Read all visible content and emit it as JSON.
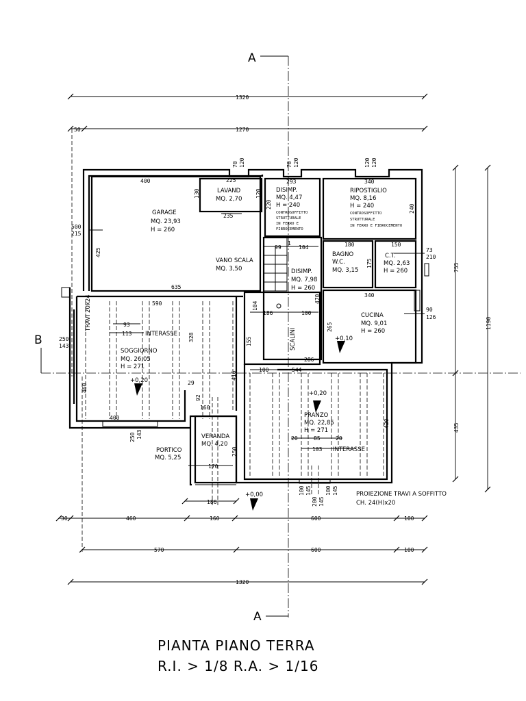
{
  "title": {
    "line1": "PIANTA PIANO TERRA",
    "line2": "R.I. > 1/8  R.A. > 1/16"
  },
  "section_markers": {
    "a_top": "A",
    "a_bottom": "A",
    "b": "B"
  },
  "rooms": {
    "garage": {
      "name": "GARAGE",
      "area": "MQ. 23,93",
      "height": "H = 260"
    },
    "lavand": {
      "name": "LAVAND",
      "area": "MQ. 2,70"
    },
    "disimp1": {
      "name": "DISIMP.",
      "area": "MQ. 4,47",
      "height": "H = 240",
      "note1": "CONTROSOFFITTO",
      "note2": "STRUTTURALE",
      "note3": "IN FERRO E",
      "note4": "FIBROCEMENTO"
    },
    "ripostiglio": {
      "name": "RIPOSTIGLIO",
      "area": "MQ. 8,16",
      "height": "H = 240",
      "note1": "CONTROSOFFITTO",
      "note2": "STRUTTURALE",
      "note3": "IN FERRO E FIBROCEMENTO"
    },
    "vano_scala": {
      "name": "VANO SCALA",
      "area": "MQ. 3,50"
    },
    "disimp2": {
      "name": "DISIMP.",
      "area": "MQ. 7,98",
      "height": "H = 260"
    },
    "bagno": {
      "name": "BAGNO",
      "sub": "W.C.",
      "area": "MQ. 3,15"
    },
    "ct": {
      "name": "C.T.",
      "area": "MQ. 2,63",
      "height": "H = 260"
    },
    "cucina": {
      "name": "CUCINA",
      "area": "MQ. 9,01",
      "height": "H = 260"
    },
    "soggiorno": {
      "name": "SOGGIORNO",
      "area": "MQ. 26,05",
      "height": "H = 271"
    },
    "pranzo": {
      "name": "PRANZO",
      "area": "MQ. 22,85",
      "height": "H = 271"
    },
    "veranda": {
      "name": "VERANDA",
      "area": "MQ. 4,20"
    },
    "portico": {
      "name": "PORTICO",
      "area": "MQ. 5,25"
    },
    "scalini": {
      "name": "SCALINI"
    }
  },
  "levels": {
    "soggiorno": "+0,20",
    "pranzo": "+0,20",
    "cucina": "+0,10",
    "esterno": "+0,00"
  },
  "notes": {
    "travi": "TRAVI 20x24",
    "interasse1": "INTERASSE",
    "interasse2": "INTERASSE",
    "proiezione1": "PROIEZIONE TRAVI A SOFFITTO",
    "proiezione2": "CH. 24(H)x20"
  },
  "dims": {
    "top_total": "1320",
    "top_second": "1270",
    "top_second_left": "50",
    "bottom_row1": [
      "30",
      "460",
      "160",
      "600",
      "100"
    ],
    "bottom_row2": [
      "570",
      "600",
      "100"
    ],
    "bottom_total": "1320",
    "right_755": "755",
    "right_1190": "1190",
    "right_435": "435",
    "garage_w": "400",
    "garage_635": "635",
    "garage_425": "425",
    "left_500": "500",
    "left_215": "215",
    "lavand_225": "225",
    "lavand_235": "235",
    "lavand_120": "120",
    "lavand_130": "130",
    "win_70a": "70",
    "win_120a": "120",
    "win_70b": "70",
    "win_120b": "120",
    "win_120c": "120",
    "win_120d": "120",
    "dis_293": "293",
    "dis_220": "220",
    "rip_340": "340",
    "rip_240": "240",
    "stair_99": "99",
    "stair_1": "1",
    "stair_104": "104",
    "bagno_180": "180",
    "bagno_175": "175",
    "ct_150": "150",
    "ct_73": "73",
    "ct_210": "210",
    "cucina_340": "340",
    "cucina_90": "90",
    "cucina_126": "126",
    "cucina_265": "265",
    "dis2_470": "470",
    "sc_104": "104",
    "sc_186": "186",
    "sc_100": "100",
    "sc_155": "155",
    "sc_286": "286",
    "sog_590": "590",
    "sog_93": "93",
    "sog_113": "113",
    "sog_328": "328",
    "sog_416": "416",
    "sog_460": "460",
    "sog_400": "400",
    "sog_250": "250",
    "sog_143": "143",
    "left_250": "250",
    "left_143": "143",
    "pra_544": "544",
    "pra_100": "100",
    "pra_420": "420",
    "pra_20a": "20",
    "pra_85": "85",
    "pra_20b": "20",
    "pra_103": "103",
    "pra_100a": "100",
    "pra_145a": "145",
    "pra_100b": "100",
    "pra_145b": "145",
    "pra_200": "200",
    "pra_145c": "145",
    "ver_29": "29",
    "ver_92": "92",
    "ver_160": "160",
    "ver_250": "250",
    "ver_170": "170",
    "ver_186": "186"
  }
}
